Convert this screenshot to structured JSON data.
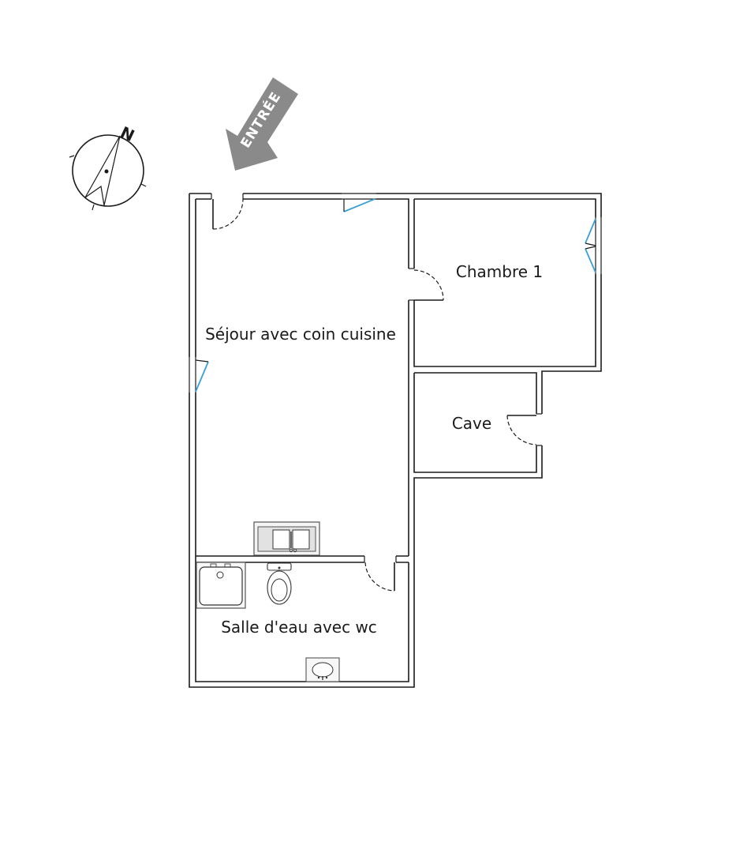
{
  "compass": {
    "north_letter": "N"
  },
  "entry": {
    "label": "ENTRÉE",
    "arrow_color": "#8a8a8a"
  },
  "rooms": {
    "sejour": "Séjour avec coin cuisine",
    "chambre": "Chambre 1",
    "cave": "Cave",
    "salle_eau": "Salle d'eau avec wc"
  },
  "colors": {
    "wall": "#1a1a1a",
    "window": "#3aa0d8"
  }
}
